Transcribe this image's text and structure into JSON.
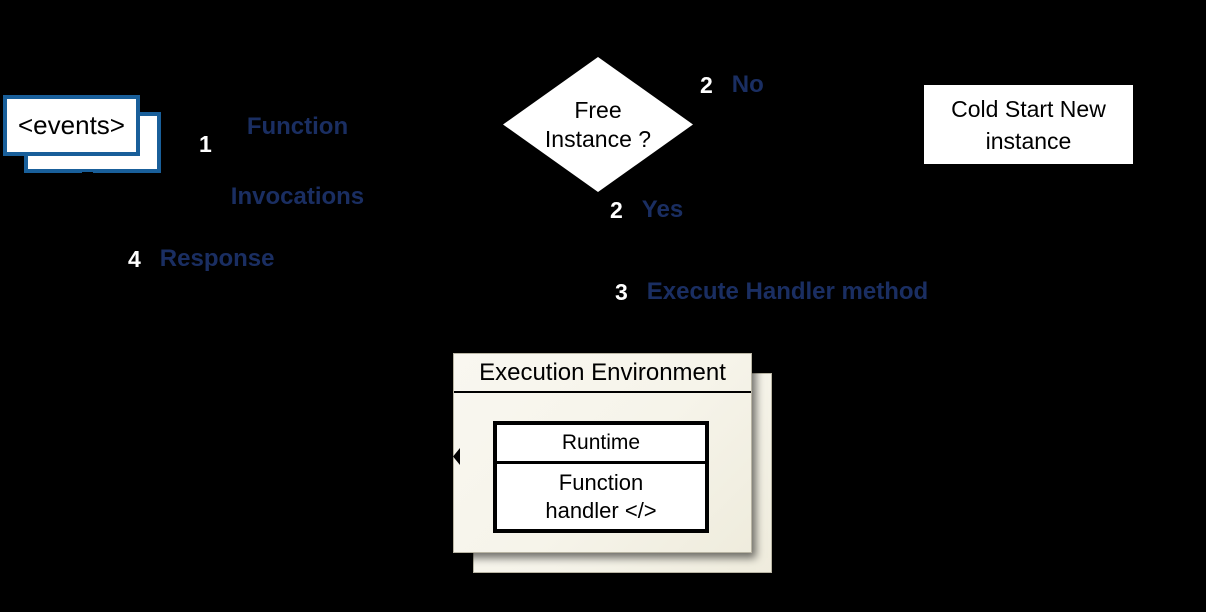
{
  "colors": {
    "background": "#000000",
    "accent_blue": "#195f9a",
    "navy": "#1a2e62",
    "cream": "#f6f4ea",
    "shape_fill": "#ffffff",
    "ink": "#000000"
  },
  "events": {
    "label": "<events>"
  },
  "decision": {
    "line1": "Free",
    "line2": "Instance ?"
  },
  "cold_start": {
    "line1": "Cold Start New",
    "line2": "instance"
  },
  "steps": {
    "s1": {
      "number": "1",
      "line1": "Function",
      "line2": "Invocations"
    },
    "s2no": {
      "number": "2",
      "label": "No"
    },
    "s2yes": {
      "number": "2",
      "label": "Yes"
    },
    "s3": {
      "number": "3",
      "label": "Execute Handler method"
    },
    "s4": {
      "number": "4",
      "label": "Response"
    }
  },
  "execution_environment": {
    "title": "Execution Environment",
    "runtime": "Runtime",
    "handler_line1": "Function",
    "handler_line2": "handler </>"
  }
}
